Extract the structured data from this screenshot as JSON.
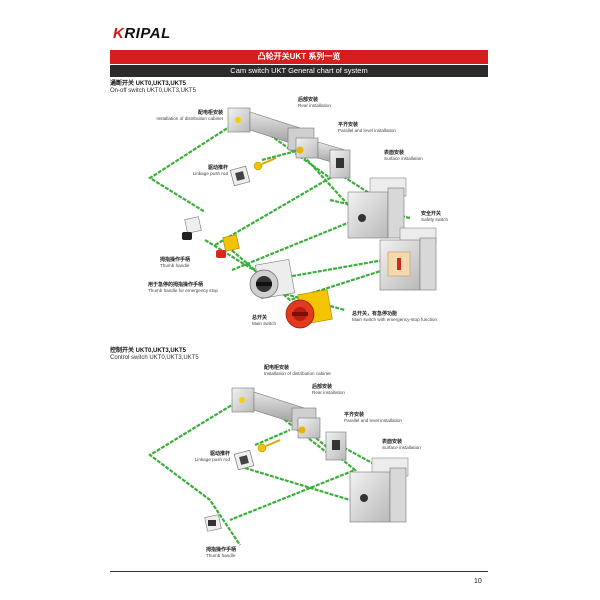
{
  "brand": "KRIPAL",
  "header": {
    "title_zh": "凸轮开关UKT 系列一览",
    "title_en": "Cam switch UKT General chart of system"
  },
  "section1": {
    "title_zh": "通断开关 UKT0,UKT3,UKT5",
    "title_en": "On-off switch UKT0,UKT3,UKT5",
    "labels": {
      "cabinet": {
        "zh": "配电柜安装",
        "en": "Installation of distribution cabinet"
      },
      "rear": {
        "zh": "后部安装",
        "en": "Rear installation"
      },
      "parallel": {
        "zh": "平齐安装",
        "en": "Parallel and level installation"
      },
      "surface": {
        "zh": "表面安装",
        "en": "Surface installation"
      },
      "linkage": {
        "zh": "驱动推杆",
        "en": "Linkage push rod"
      },
      "safety": {
        "zh": "安全开关",
        "en": "Safety switch"
      },
      "thumb": {
        "zh": "拇指操作手柄",
        "en": "Thumb handle"
      },
      "emergency": {
        "zh": "用于急停的拇指操作手柄",
        "en": "Thumb handle for emergency stop"
      },
      "main": {
        "zh": "总开关",
        "en": "Main switch"
      },
      "main_emergency": {
        "zh": "总开关，有急停功能",
        "en": "Main switch with emergency-stop function"
      }
    }
  },
  "section2": {
    "title_zh": "控制开关 UKT0,UKT3,UKT5",
    "title_en": "Control switch UKT0,UKT3,UKT5",
    "labels": {
      "cabinet": {
        "zh": "配电柜安装",
        "en": "Installation of distribution cabinet"
      },
      "rear": {
        "zh": "后部安装",
        "en": "Rear installation"
      },
      "parallel": {
        "zh": "平齐安装",
        "en": "Parallel and level installation"
      },
      "linkage": {
        "zh": "驱动推杆",
        "en": "Linkage push rod"
      },
      "surface": {
        "zh": "表面安装",
        "en": "Surface installation"
      },
      "thumb": {
        "zh": "拇指操作手柄",
        "en": "Thumb handle"
      }
    }
  },
  "page_number": "10",
  "colors": {
    "accent": "#d71e1e",
    "band_dark": "#2b2b2b",
    "connector": "#3cae3c"
  }
}
